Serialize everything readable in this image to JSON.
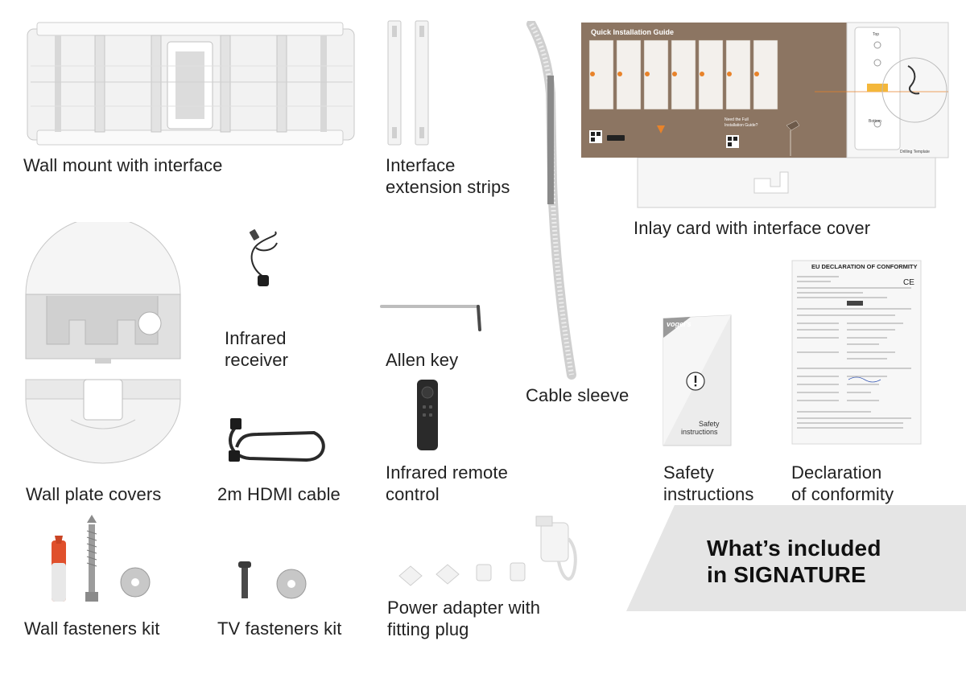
{
  "labels": {
    "wall_mount": "Wall mount with interface",
    "extension_strips_1": "Interface",
    "extension_strips_2": "extension strips",
    "inlay_card": "Inlay card with interface cover",
    "ir_receiver_1": "Infrared",
    "ir_receiver_2": "receiver",
    "allen_key": "Allen key",
    "cable_sleeve": "Cable sleeve",
    "remote_1": "Infrared remote",
    "remote_2": "control",
    "wall_plate_covers": "Wall plate covers",
    "hdmi_cable": "2m HDMI cable",
    "safety_1": "Safety",
    "safety_2": "instructions",
    "declaration_1": "Declaration",
    "declaration_2": "of conformity",
    "wall_fasteners": "Wall fasteners kit",
    "tv_fasteners": "TV fasteners kit",
    "power_adapter_1": "Power adapter with",
    "power_adapter_2": "fitting plug"
  },
  "banner": {
    "line1": "What’s included",
    "line2": "in SIGNATURE"
  },
  "guide_card": {
    "title": "Quick Installation Guide",
    "full_guide_1": "Need the Full",
    "full_guide_2": "Installation Guide?",
    "top": "Top",
    "bottom": "Bottom",
    "drilling": "Drilling Template"
  },
  "declaration_doc": {
    "title": "EU DECLARATION OF CONFORMITY",
    "ce": "CE"
  },
  "safety_booklet": {
    "brand": "vogel's",
    "line1": "Safety",
    "line2": "instructions"
  },
  "colors": {
    "guide_brown": "#8c7562",
    "accent_orange": "#e8832a",
    "banner_gray": "#e5e5e5",
    "banner_text": "#111111",
    "label_text": "#222222",
    "product_white": "#f4f4f4",
    "anchor_red": "#e0502c"
  }
}
